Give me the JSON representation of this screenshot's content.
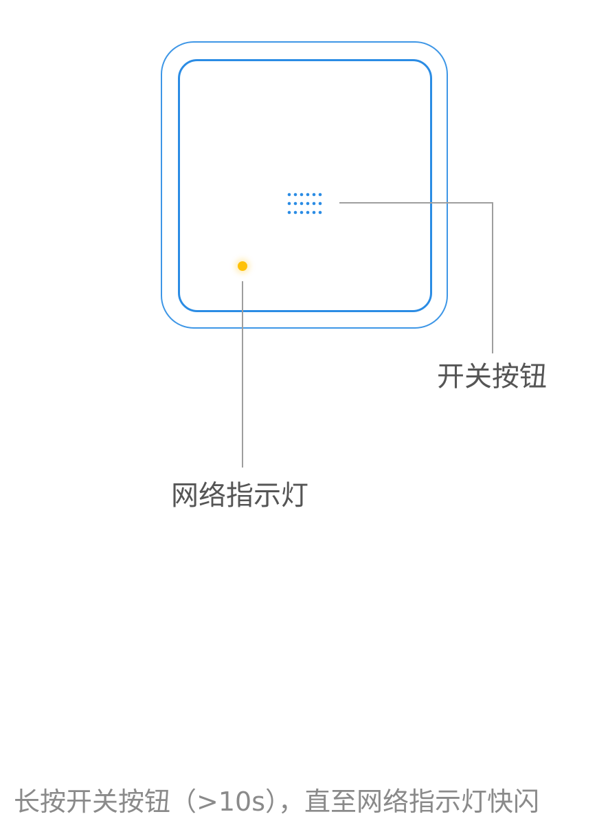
{
  "device": {
    "name": "smart-switch-panel",
    "accent_color": "#2b8ce4",
    "indicator_color": "#ffc107"
  },
  "labels": {
    "switch_button": "开关按钮",
    "network_indicator": "网络指示灯"
  },
  "instruction": {
    "text": "长按开关按钮（>10s），直至网络指示灯快闪"
  },
  "icons": {
    "switch": "dot-grid-icon",
    "indicator": "status-light-icon"
  }
}
